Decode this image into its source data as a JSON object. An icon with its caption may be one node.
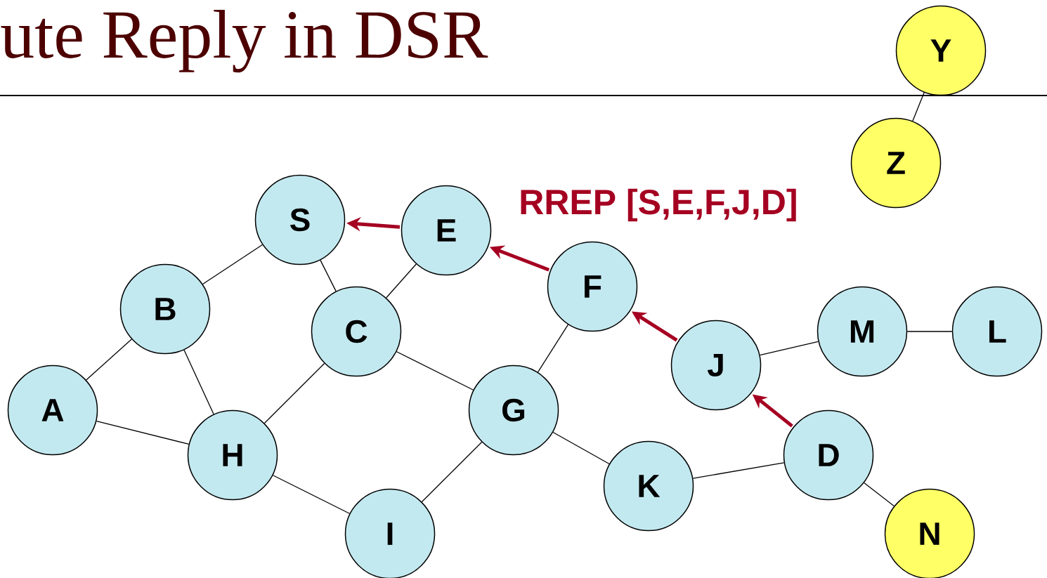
{
  "diagram": {
    "title": "ute Reply in DSR",
    "nodes": [
      {
        "text": [
          "Y"
        ]
      },
      {
        "text": [
          "Z"
        ]
      },
      {
        "text": [
          "S"
        ]
      },
      {
        "text": [
          "E"
        ]
      },
      {
        "text": [
          "F"
        ]
      },
      {
        "text": [
          "B"
        ]
      },
      {
        "text": [
          "C"
        ]
      },
      {
        "text": [
          "J"
        ]
      },
      {
        "text": [
          "M"
        ]
      },
      {
        "text": [
          "L"
        ]
      },
      {
        "text": [
          "A"
        ]
      },
      {
        "text": [
          "G"
        ]
      },
      {
        "text": [
          "H"
        ]
      },
      {
        "text": [
          "D"
        ]
      },
      {
        "text": [
          "K"
        ]
      },
      {
        "text": [
          "I"
        ]
      },
      {
        "text": [
          "N"
        ]
      }
    ],
    "edges": [
      {
        "from": 0,
        "to": 1,
        "arrow": "none"
      },
      {
        "from": 2,
        "to": 5,
        "arrow": "none"
      },
      {
        "from": 2,
        "to": 6,
        "arrow": "none"
      },
      {
        "from": 3,
        "to": 6,
        "arrow": "none"
      },
      {
        "from": 5,
        "to": 10,
        "arrow": "none"
      },
      {
        "from": 5,
        "to": 12,
        "arrow": "none"
      },
      {
        "from": 10,
        "to": 12,
        "arrow": "none"
      },
      {
        "from": 6,
        "to": 12,
        "arrow": "none"
      },
      {
        "from": 6,
        "to": 11,
        "arrow": "none"
      },
      {
        "from": 11,
        "to": 4,
        "arrow": "none"
      },
      {
        "from": 11,
        "to": 15,
        "arrow": "none"
      },
      {
        "from": 11,
        "to": 14,
        "arrow": "none"
      },
      {
        "from": 12,
        "to": 15,
        "arrow": "none"
      },
      {
        "from": 14,
        "to": 13,
        "arrow": "none"
      },
      {
        "from": 13,
        "to": 16,
        "arrow": "none"
      },
      {
        "from": 7,
        "to": 8,
        "arrow": "none"
      },
      {
        "from": 8,
        "to": 9,
        "arrow": "none"
      },
      {
        "from": 3,
        "to": 2,
        "arrow": "to",
        "style": "thick",
        "color": "#a50021"
      },
      {
        "from": 4,
        "to": 3,
        "arrow": "to",
        "style": "thick",
        "color": "#a50021"
      },
      {
        "from": 7,
        "to": 4,
        "arrow": "to",
        "style": "thick",
        "color": "#a50021"
      },
      {
        "from": 13,
        "to": 7,
        "arrow": "to",
        "style": "thick",
        "color": "#a50021"
      }
    ],
    "labels": [
      "RREP [S,E,F,J,D]"
    ]
  }
}
